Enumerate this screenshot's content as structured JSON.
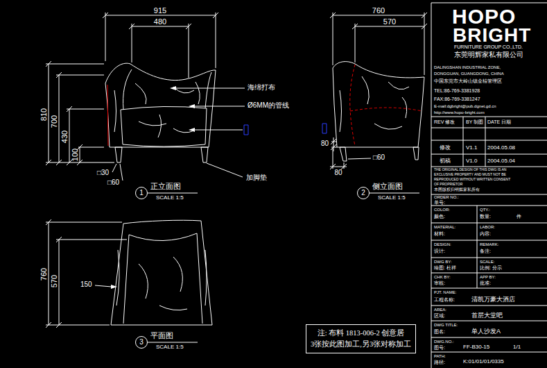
{
  "diagram": {
    "nodes": [
      {
        "text": [
          "1",
          "正立面图",
          "SCALE 1:5"
        ]
      },
      {
        "text": [
          "2",
          "侧立面图",
          "SCALE 1:5"
        ]
      },
      {
        "text": [
          "3",
          "平面图",
          "SCALE 1:5"
        ]
      },
      {
        "text": [
          "注: 布料 1813-006-2 创意居",
          "3张按此图加工,另3张对称加工"
        ]
      }
    ],
    "labels": [
      "915",
      "480",
      "810",
      "700",
      "430",
      "100",
      "□30",
      "□60",
      "海绵打布",
      "Ø6MM的管线",
      "加脚垫",
      "760",
      "570",
      "80",
      "□60",
      "80",
      "760",
      "570",
      "150",
      "HOPO",
      "BRIGHT",
      "FURNITURE GROUP CO.,LTD.",
      "东莞明辉家私有限公司",
      "DALINGSHAN INDUSTRIAL ZONE,",
      "DONGGUAN, GUANGDONG, CHINA",
      "中国东莞市大岭山镇金桔管理区",
      "TEL:86-769-3381928",
      "FAX:86-769-3381247",
      "E-mail:dgbright@pub.dgnet.gd.cn",
      "http://www.hopo-bright.com",
      "REV 修改",
      "BY 制图",
      "DATE 日期",
      "修改",
      "V1.1",
      "2004.05.08",
      "初稿",
      "V1.0",
      "2004.05.04",
      "THE ORIGINAL DESIGN OF THIS DWG IS AN",
      "EXCLUSIVE PROPERTY AND MUST NOT BE",
      "REPRODUCED WITHOUT WRITTEN CONSENT",
      "OF PROPRIETOR",
      "本图版权归明辉家私所有",
      "ORDER NO.:",
      "单号:",
      "COLOR:",
      "QTY.:",
      "颜色:",
      "数量:",
      "件",
      "MATERIAL:",
      "LABOR:",
      "材料:",
      "内容:",
      "DESIGN:",
      "REMARK:",
      "设计:",
      "备注:",
      "DWG BY:",
      "SCALE:",
      "绘图: 杜祥",
      "比例: 分示",
      "CHK BY:",
      "APP BY:",
      "审核:",
      "批准:",
      "PJT. NAME:",
      "工程名称:",
      "清凯万豪大酒店",
      "AREA:",
      "区域:",
      "首层大堂吧",
      "DWG TITLE:",
      "图名:",
      "单人沙发A",
      "DWG.NO.:",
      "图号:",
      "FF-B30-15",
      "1/1",
      "PATH:",
      "路径:",
      "K:01/01/01/0335"
    ]
  }
}
